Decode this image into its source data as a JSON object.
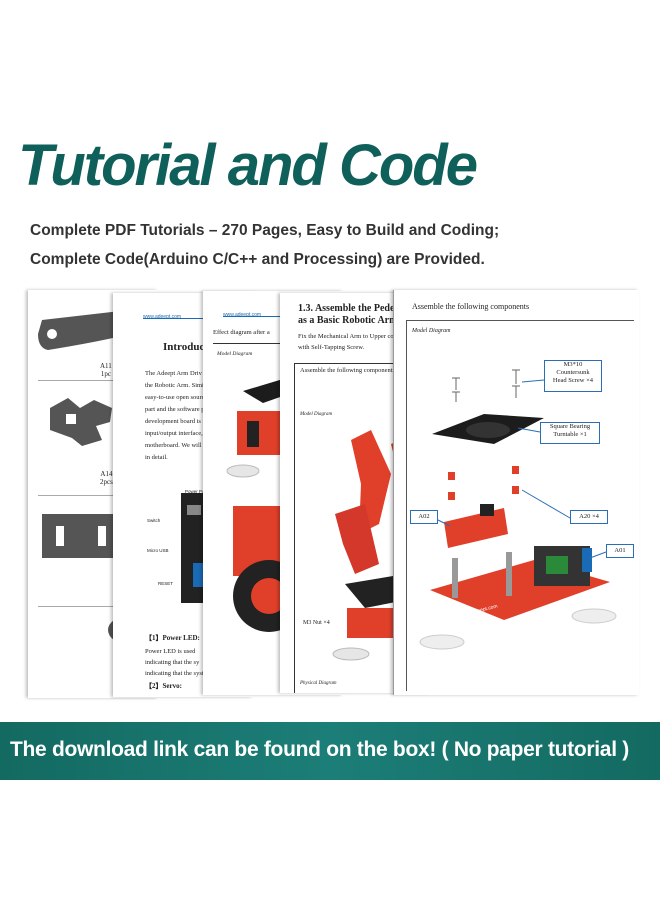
{
  "headline": "Tutorial and Code",
  "subtitle_line1": "Complete PDF Tutorials – 270 Pages, Easy to Build and Coding;",
  "subtitle_line2": "Complete Code(Arduino C/C++ and Processing) are Provided.",
  "banner_text": "The download link can be found on the box! ( No paper tutorial )",
  "colors": {
    "headline": "#0f5f5a",
    "banner": "#136a61",
    "acrylic_red": "#e0402a",
    "callout_border": "#2a6fb5"
  },
  "page1": {
    "label_a11": "A11",
    "label_a11_qty": "1pc",
    "label_a14": "A14",
    "label_a14_qty": "2pcs"
  },
  "page2": {
    "url": "www.adeept.com",
    "title": "Introducti",
    "paragraph": [
      "The Adeept Arm Driv",
      "the Robotic Arm. Simila",
      "easy-to-use open source",
      "part and the software pa",
      "development board is ma",
      "input/output interface, c",
      "motherboard. We will in",
      "in detail."
    ],
    "label_switch": "Switch",
    "label_micro_usb": "Micro USB",
    "label_reset": "RESET",
    "label_power_port": "Power Port",
    "section1": "【1】Power LED:",
    "section1_text": [
      "Power LED is used",
      "indicating that the sy",
      "indicating that the syst"
    ],
    "section2": "【2】Servo:"
  },
  "page3": {
    "url": "www.adeept.com",
    "box_title": "Effect diagram after a",
    "model_label": "Model Diagram"
  },
  "page4": {
    "title_line1": "1.3. Assemble the Pedes",
    "title_line2": "as a Basic Robotic Arm C",
    "text_line1": "Fix the Mechanical Arm to Upper cover",
    "text_line2": "with Self-Tapping Screw.",
    "box_title": "Assemble the following components",
    "model_label": "Model Diagram",
    "nut_label": "M3 Nut",
    "nut_qty": "×4",
    "physical_label": "Physical Diagram"
  },
  "page5": {
    "top_text": "Assemble the following components",
    "model_label": "Model Diagram",
    "callout_screw_l1": "M3*10",
    "callout_screw_l2": "Countersunk",
    "callout_screw_l3": "Head Screw",
    "callout_screw_qty": "×4",
    "callout_bearing_l1": "Square Bearing",
    "callout_bearing_l2": "Turntable",
    "callout_bearing_qty": "×1",
    "label_a02": "A02",
    "label_a20": "A20 ×4",
    "label_a01": "A01",
    "board_url": "www.adeept.com"
  }
}
